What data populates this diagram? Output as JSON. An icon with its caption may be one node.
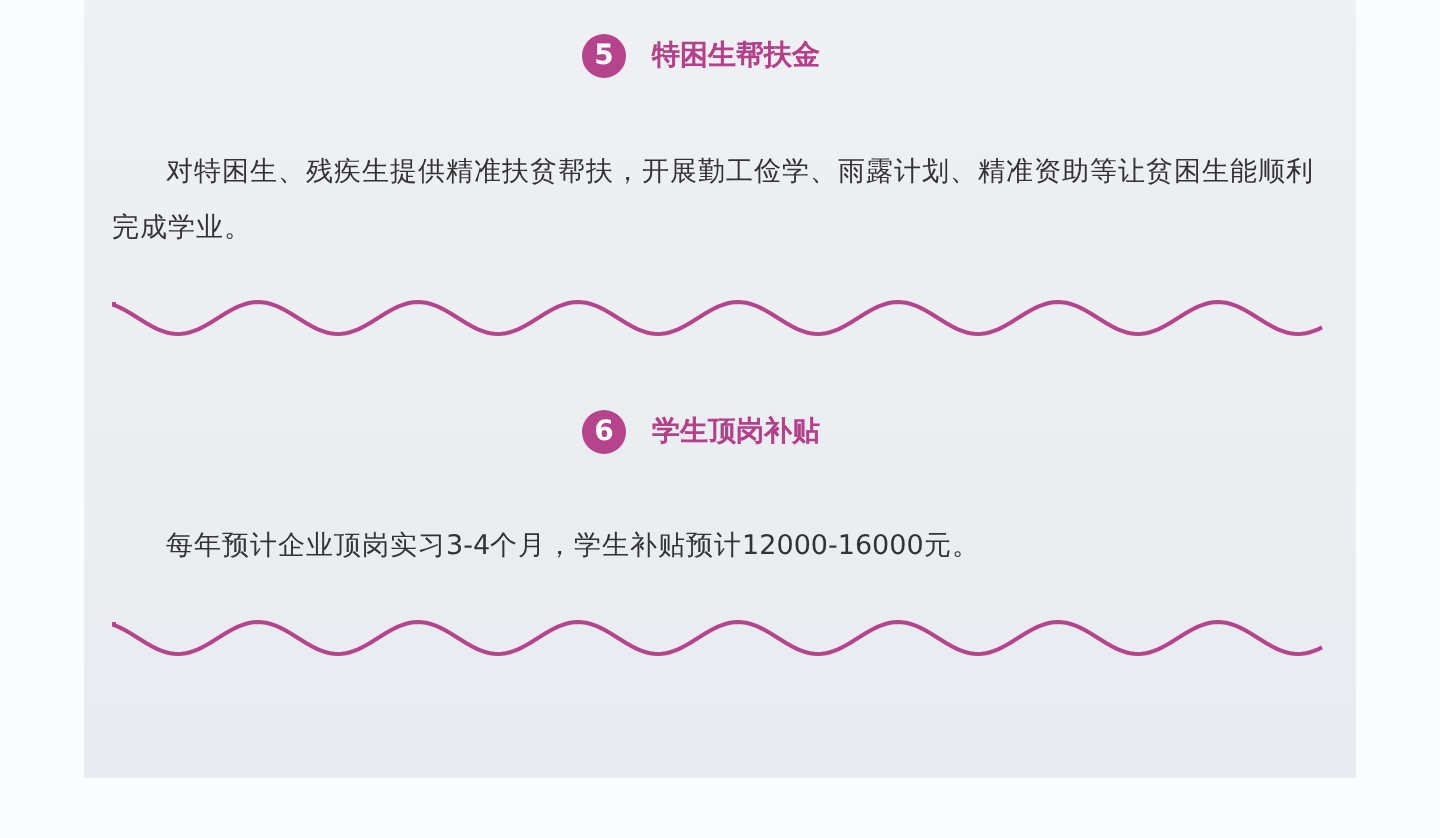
{
  "diagram": {
    "nodes": [
      {
        "text": [
          "5"
        ],
        "beside": [
          "特困生帮扶金"
        ]
      },
      {
        "text": [
          "6"
        ],
        "beside": [
          "学生顶岗补贴"
        ]
      }
    ],
    "labels": [
      "对特困生、残疾生提供精准扶贫帮扶，开展勤工俭学、雨露计划、精准资助等让贫困生能顺利完成学业。",
      "每年预计企业顶岗实习3-4个月，学生补贴预计12000-16000元。"
    ]
  }
}
